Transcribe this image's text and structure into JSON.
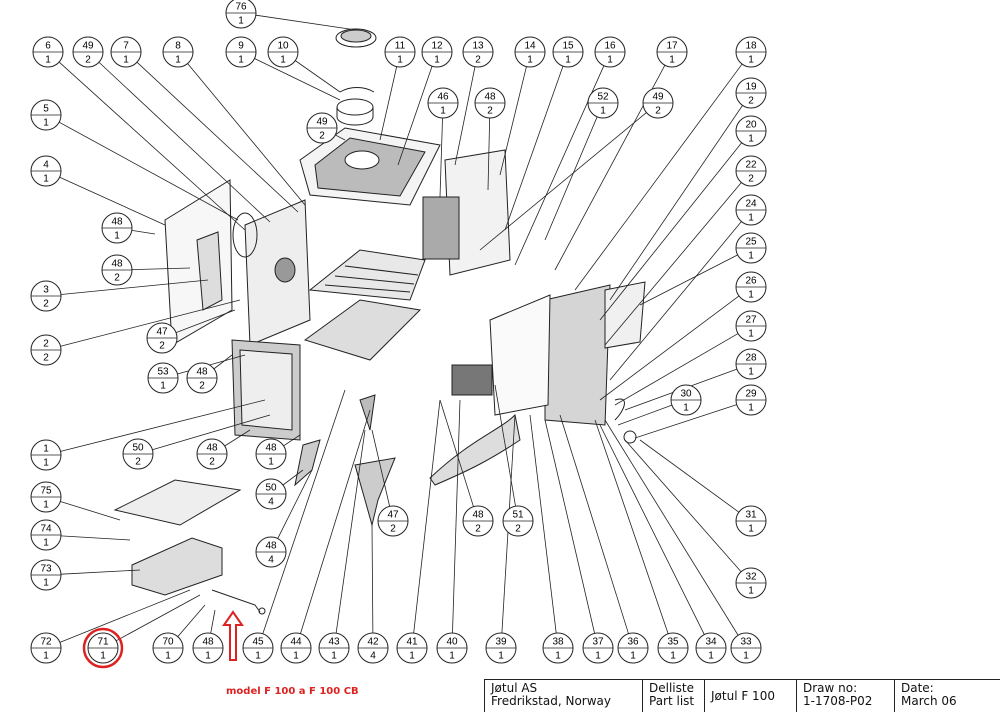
{
  "callouts": [
    {
      "id": "76",
      "top": "76",
      "bottom": "1"
    },
    {
      "id": "6",
      "top": "6",
      "bottom": "1"
    },
    {
      "id": "49a",
      "top": "49",
      "bottom": "2"
    },
    {
      "id": "7",
      "top": "7",
      "bottom": "1"
    },
    {
      "id": "8",
      "top": "8",
      "bottom": "1"
    },
    {
      "id": "9",
      "top": "9",
      "bottom": "1"
    },
    {
      "id": "10",
      "top": "10",
      "bottom": "1"
    },
    {
      "id": "11",
      "top": "11",
      "bottom": "1"
    },
    {
      "id": "12",
      "top": "12",
      "bottom": "1"
    },
    {
      "id": "13",
      "top": "13",
      "bottom": "2"
    },
    {
      "id": "14",
      "top": "14",
      "bottom": "1"
    },
    {
      "id": "15",
      "top": "15",
      "bottom": "1"
    },
    {
      "id": "16",
      "top": "16",
      "bottom": "1"
    },
    {
      "id": "17",
      "top": "17",
      "bottom": "1"
    },
    {
      "id": "18",
      "top": "18",
      "bottom": "1"
    },
    {
      "id": "19",
      "top": "19",
      "bottom": "2"
    },
    {
      "id": "20",
      "top": "20",
      "bottom": "1"
    },
    {
      "id": "22",
      "top": "22",
      "bottom": "2"
    },
    {
      "id": "24",
      "top": "24",
      "bottom": "1"
    },
    {
      "id": "25",
      "top": "25",
      "bottom": "1"
    },
    {
      "id": "26",
      "top": "26",
      "bottom": "1"
    },
    {
      "id": "27",
      "top": "27",
      "bottom": "1"
    },
    {
      "id": "28",
      "top": "28",
      "bottom": "1"
    },
    {
      "id": "29",
      "top": "29",
      "bottom": "1"
    },
    {
      "id": "30",
      "top": "30",
      "bottom": "1"
    },
    {
      "id": "31",
      "top": "31",
      "bottom": "1"
    },
    {
      "id": "32",
      "top": "32",
      "bottom": "1"
    },
    {
      "id": "33",
      "top": "33",
      "bottom": "1"
    },
    {
      "id": "34",
      "top": "34",
      "bottom": "1"
    },
    {
      "id": "35",
      "top": "35",
      "bottom": "1"
    },
    {
      "id": "36",
      "top": "36",
      "bottom": "1"
    },
    {
      "id": "37",
      "top": "37",
      "bottom": "1"
    },
    {
      "id": "38",
      "top": "38",
      "bottom": "1"
    },
    {
      "id": "39",
      "top": "39",
      "bottom": "1"
    },
    {
      "id": "40",
      "top": "40",
      "bottom": "1"
    },
    {
      "id": "41",
      "top": "41",
      "bottom": "1"
    },
    {
      "id": "42",
      "top": "42",
      "bottom": "4"
    },
    {
      "id": "43",
      "top": "43",
      "bottom": "1"
    },
    {
      "id": "44",
      "top": "44",
      "bottom": "1"
    },
    {
      "id": "45",
      "top": "45",
      "bottom": "1"
    },
    {
      "id": "48a",
      "top": "48",
      "bottom": "1"
    },
    {
      "id": "70",
      "top": "70",
      "bottom": "1"
    },
    {
      "id": "71",
      "top": "71",
      "bottom": "1"
    },
    {
      "id": "72",
      "top": "72",
      "bottom": "1"
    },
    {
      "id": "73",
      "top": "73",
      "bottom": "1"
    },
    {
      "id": "74",
      "top": "74",
      "bottom": "1"
    },
    {
      "id": "75",
      "top": "75",
      "bottom": "1"
    },
    {
      "id": "1",
      "top": "1",
      "bottom": "1"
    },
    {
      "id": "2",
      "top": "2",
      "bottom": "2"
    },
    {
      "id": "3",
      "top": "3",
      "bottom": "2"
    },
    {
      "id": "4",
      "top": "4",
      "bottom": "1"
    },
    {
      "id": "5",
      "top": "5",
      "bottom": "1"
    },
    {
      "id": "48b",
      "top": "48",
      "bottom": "1"
    },
    {
      "id": "48c",
      "top": "48",
      "bottom": "2"
    },
    {
      "id": "47a",
      "top": "47",
      "bottom": "2"
    },
    {
      "id": "53",
      "top": "53",
      "bottom": "1"
    },
    {
      "id": "48d",
      "top": "48",
      "bottom": "2"
    },
    {
      "id": "50a",
      "top": "50",
      "bottom": "2"
    },
    {
      "id": "48e",
      "top": "48",
      "bottom": "2"
    },
    {
      "id": "48f",
      "top": "48",
      "bottom": "1"
    },
    {
      "id": "50b",
      "top": "50",
      "bottom": "4"
    },
    {
      "id": "48g",
      "top": "48",
      "bottom": "4"
    },
    {
      "id": "47b",
      "top": "47",
      "bottom": "2"
    },
    {
      "id": "48h",
      "top": "48",
      "bottom": "2"
    },
    {
      "id": "51",
      "top": "51",
      "bottom": "2"
    },
    {
      "id": "49b",
      "top": "49",
      "bottom": "2"
    },
    {
      "id": "46",
      "top": "46",
      "bottom": "1"
    },
    {
      "id": "48i",
      "top": "48",
      "bottom": "2"
    },
    {
      "id": "52",
      "top": "52",
      "bottom": "1"
    },
    {
      "id": "49c",
      "top": "49",
      "bottom": "2"
    }
  ],
  "caption": "model F 100 a F 100 CB",
  "title_block": {
    "company": "Jøtul AS",
    "location": "Fredrikstad, Norway",
    "doc_type_no": "Delliste",
    "doc_type_en": "Part list",
    "product": "Jøtul F 100",
    "draw_no_label": "Draw no:",
    "draw_no": "1-1708-P02",
    "date_label": "Date:",
    "date": "March 06"
  },
  "colors": {
    "line": "#222222",
    "highlight": "#dd2222"
  },
  "highlighted_callout": "71",
  "arrow_icon": "arrow-up-icon"
}
